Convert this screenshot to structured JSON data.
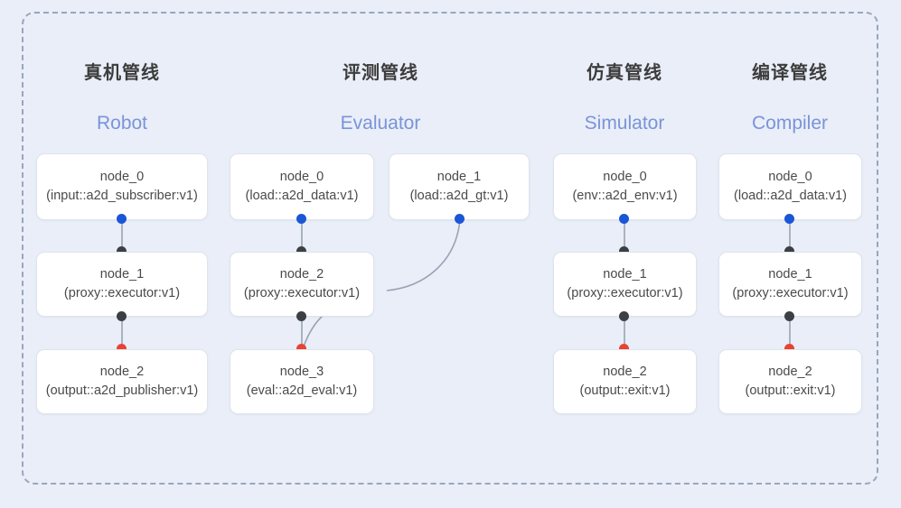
{
  "diagram": {
    "background_color": "#e9eef8",
    "frame_border_color": "#9aa6bd",
    "card_background": "#ffffff",
    "card_border_color": "#dfe3ea",
    "title_cn_color": "#3c3c3c",
    "title_en_color": "#7b93d8",
    "edge_color": "#9aa3b5",
    "dot_colors": {
      "input": "#1a56d6",
      "link": "#3c4043",
      "output": "#ea4232"
    }
  },
  "columns": [
    {
      "title_cn": "真机管线",
      "title_en": "Robot",
      "nodes": [
        {
          "name": "node_0",
          "type": "(input::a2d_subscriber:v1)"
        },
        {
          "name": "node_1",
          "type": "(proxy::executor:v1)"
        },
        {
          "name": "node_2",
          "type": "(output::a2d_publisher:v1)"
        }
      ]
    },
    {
      "title_cn": "评测管线",
      "title_en": "Evaluator",
      "nodes": [
        {
          "name": "node_0",
          "type": "(load::a2d_data:v1)"
        },
        {
          "name": "node_1",
          "type": "(load::a2d_gt:v1)"
        },
        {
          "name": "node_2",
          "type": "(proxy::executor:v1)"
        },
        {
          "name": "node_3",
          "type": "(eval::a2d_eval:v1)"
        }
      ]
    },
    {
      "title_cn": "仿真管线",
      "title_en": "Simulator",
      "nodes": [
        {
          "name": "node_0",
          "type": "(env::a2d_env:v1)"
        },
        {
          "name": "node_1",
          "type": "(proxy::executor:v1)"
        },
        {
          "name": "node_2",
          "type": "(output::exit:v1)"
        }
      ]
    },
    {
      "title_cn": "编译管线",
      "title_en": "Compiler",
      "nodes": [
        {
          "name": "node_0",
          "type": "(load::a2d_data:v1)"
        },
        {
          "name": "node_1",
          "type": "(proxy::executor:v1)"
        },
        {
          "name": "node_2",
          "type": "(output::exit:v1)"
        }
      ]
    }
  ]
}
